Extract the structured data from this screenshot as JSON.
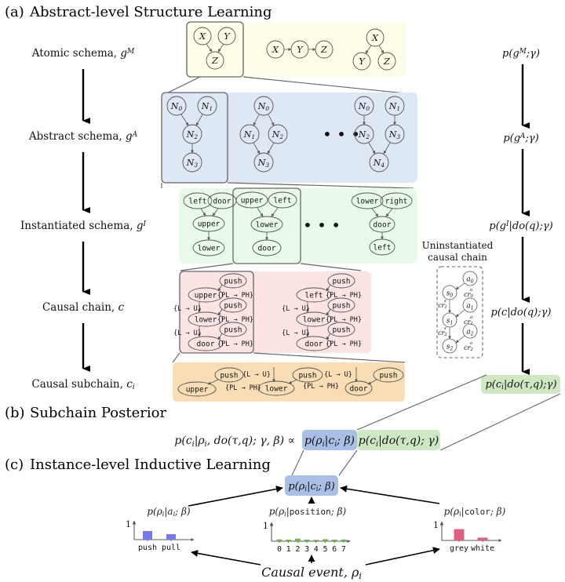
{
  "sections": {
    "a": {
      "letter": "(a)",
      "title": "Abstract-level Structure Learning"
    },
    "b": {
      "letter": "(b)",
      "title": "Subchain Posterior"
    },
    "c": {
      "letter": "(c)",
      "title": "Instance-level Inductive Learning"
    }
  },
  "levels": [
    {
      "label": "Atomic schema, g",
      "sup": "M",
      "sub": "",
      "prob": "p(g^M;γ)"
    },
    {
      "label": "Abstract schema, g",
      "sup": "A",
      "sub": "",
      "prob": "p(g^A;γ)"
    },
    {
      "label": "Instantiated schema, g",
      "sup": "I",
      "sub": "",
      "prob": "p(g^I|do(q);γ)"
    },
    {
      "label": "Causal chain, c",
      "sup": "",
      "sub": "",
      "prob": "p(c|do(q);γ)"
    },
    {
      "label": "Causal subchain, c",
      "sup": "",
      "sub": "i",
      "prob": "p(c_i|do(τ,q);γ)"
    }
  ],
  "atomic": {
    "graphs": [
      {
        "nodes": [
          "X",
          "Y",
          "Z"
        ],
        "shape": "collider"
      },
      {
        "nodes": [
          "X",
          "Y",
          "Z"
        ],
        "shape": "chain"
      },
      {
        "nodes": [
          "X",
          "Y",
          "Z"
        ],
        "shape": "fork"
      }
    ],
    "color": "#fdfde8"
  },
  "abstract": {
    "graphs": [
      {
        "nodes": [
          "N0",
          "N1",
          "N2",
          "N3"
        ]
      },
      {
        "nodes": [
          "N0",
          "N1",
          "N2",
          "N3"
        ]
      },
      {
        "nodes": [
          "N0",
          "N1",
          "N2",
          "N3",
          "N4"
        ]
      }
    ],
    "ellipsis": "• • •",
    "color": "#dde8f4"
  },
  "instantiated": {
    "graphs": [
      {
        "nodes": [
          "left",
          "door",
          "upper",
          "lower"
        ]
      },
      {
        "nodes": [
          "upper",
          "left",
          "lower",
          "door"
        ]
      },
      {
        "nodes": [
          "lower",
          "right",
          "door",
          "left"
        ]
      }
    ],
    "ellipsis": "• • •",
    "color": "#eafaea"
  },
  "causal_chain": {
    "chains": [
      {
        "states": [
          "upper",
          "lower",
          "door"
        ],
        "action": "push",
        "attr_edge": "{PL → PH}",
        "state_edge": "{L → U}"
      },
      {
        "states": [
          "left",
          "lower",
          "door"
        ],
        "action": "push",
        "attr_edge": "{PL → PH}",
        "state_edge": "{L → U}"
      }
    ],
    "color": "#fce4e4"
  },
  "subchain": {
    "items": [
      {
        "state": "upper",
        "action": "push",
        "attr_edge": "{PL → PH}",
        "state_edge": ""
      },
      {
        "state": "lower",
        "action": "push",
        "attr_edge": "{PL → PH}",
        "state_edge": "{L → U}"
      },
      {
        "state": "door",
        "action": "push",
        "attr_edge": "",
        "state_edge": "{L → U}"
      }
    ],
    "color": "#f9ddb5"
  },
  "uninstantiated": {
    "title_line1": "Uninstantiated",
    "title_line2": "causal chain",
    "states": [
      "s0",
      "s1",
      "s2"
    ],
    "actions": [
      "a0",
      "a1",
      "a2"
    ],
    "action_edges": [
      "cr0a",
      "cr1a",
      "cr2a"
    ],
    "state_edges": [
      "cr1s",
      "cr2s"
    ]
  },
  "posterior": {
    "lhs": "p(c_i|ρ_i, do(τ,q); γ, β) ∝",
    "likelihood": "p(ρ_i|c_i; β)",
    "prior": "p(c_i|do(τ,q); γ)",
    "likelihood_color": "#a9bfe6",
    "prior_color": "#cfe8c4"
  },
  "instance": {
    "center": "p(ρ_i|c_i; β)",
    "event": "Causal event, ρ_i",
    "charts": [
      {
        "title_pre": "p(ρ",
        "title_mid": "|a",
        "title_code": "",
        "title_post": "; β)",
        "categories": [
          "push",
          "pull"
        ],
        "values": [
          0.55,
          0.35
        ],
        "color": "#7777ee",
        "ytick": "1"
      },
      {
        "title_pre": "p(ρ",
        "title_mid": "|",
        "title_code": "position",
        "title_post": "; β)",
        "categories": [
          "0",
          "1",
          "2",
          "3",
          "4",
          "5",
          "6",
          "7"
        ],
        "values": [
          0.12,
          0.1,
          0.16,
          0.1,
          0.09,
          0.13,
          0.1,
          0.11
        ],
        "color": "#66bb44",
        "ytick": "1"
      },
      {
        "title_pre": "p(ρ",
        "title_mid": "|",
        "title_code": "color",
        "title_post": "; β)",
        "categories": [
          "grey",
          "white"
        ],
        "values": [
          0.72,
          0.18
        ],
        "color": "#e06080",
        "ytick": "1"
      }
    ]
  }
}
